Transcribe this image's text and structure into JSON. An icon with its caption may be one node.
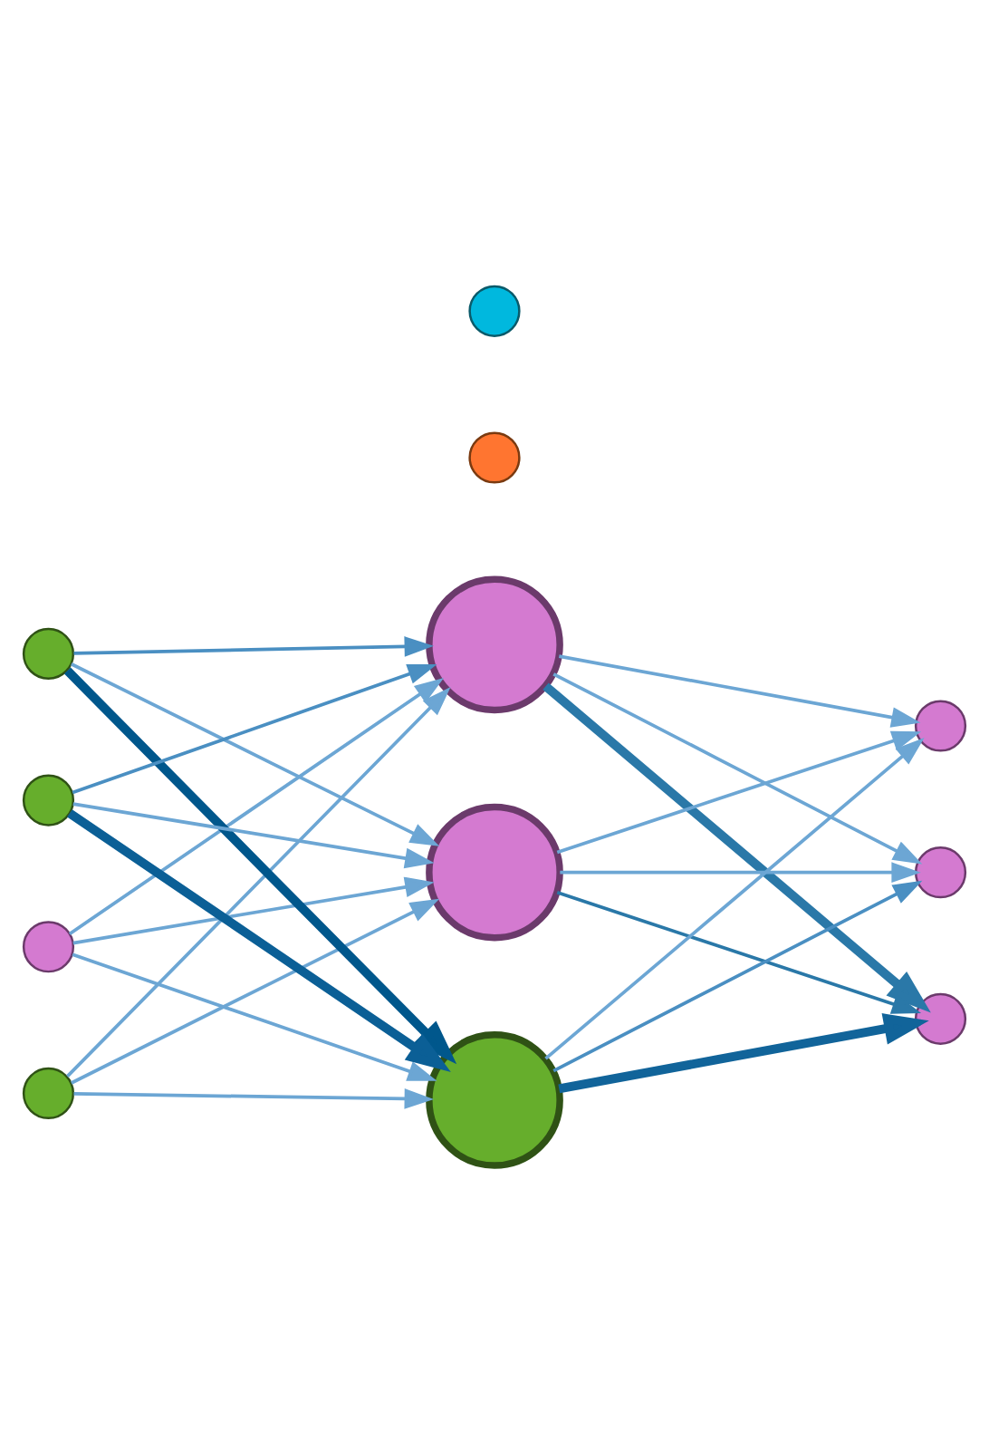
{
  "diagram": {
    "nodes": [
      {
        "text": [],
        "shape": "circle"
      },
      {
        "text": [],
        "shape": "circle"
      },
      {
        "text": [],
        "shape": "circle"
      },
      {
        "text": [],
        "shape": "circle"
      },
      {
        "text": [],
        "shape": "circle"
      },
      {
        "text": [],
        "shape": "circle"
      },
      {
        "text": [],
        "shape": "circle"
      },
      {
        "text": [],
        "shape": "circle"
      },
      {
        "text": [],
        "shape": "circle"
      },
      {
        "text": [],
        "shape": "circle"
      },
      {
        "text": [],
        "shape": "circle"
      },
      {
        "text": [],
        "shape": "circle"
      }
    ],
    "edges": [
      {
        "from": 0,
        "to": 4,
        "arrow": "to"
      },
      {
        "from": 0,
        "to": 5,
        "arrow": "to"
      },
      {
        "from": 0,
        "to": 7,
        "arrow": "to"
      },
      {
        "from": 1,
        "to": 4,
        "arrow": "to"
      },
      {
        "from": 1,
        "to": 5,
        "arrow": "to"
      },
      {
        "from": 1,
        "to": 7,
        "arrow": "to"
      },
      {
        "from": 2,
        "to": 4,
        "arrow": "to",
        "color": "#4a8fc2"
      },
      {
        "from": 2,
        "to": 5,
        "arrow": "to"
      },
      {
        "from": 2,
        "to": 7,
        "arrow": "to",
        "style": "thick",
        "color": "#00578c"
      },
      {
        "from": 3,
        "to": 4,
        "arrow": "to",
        "color": "#4a8fc2"
      },
      {
        "from": 3,
        "to": 5,
        "arrow": "to"
      },
      {
        "from": 3,
        "to": 7,
        "arrow": "to",
        "style": "thick",
        "color": "#0b5f96"
      },
      {
        "from": 4,
        "to": 9,
        "arrow": "to"
      },
      {
        "from": 4,
        "to": 10,
        "arrow": "to"
      },
      {
        "from": 4,
        "to": 11,
        "arrow": "to",
        "style": "thick",
        "color": "#2a78a8"
      },
      {
        "from": 5,
        "to": 9,
        "arrow": "to"
      },
      {
        "from": 5,
        "to": 10,
        "arrow": "to"
      },
      {
        "from": 5,
        "to": 11,
        "arrow": "to",
        "color": "#2a78a8"
      },
      {
        "from": 7,
        "to": 9,
        "arrow": "to"
      },
      {
        "from": 7,
        "to": 10,
        "arrow": "to",
        "color": "#4a8fc2"
      },
      {
        "from": 7,
        "to": 11,
        "arrow": "to",
        "style": "thick",
        "color": "#11649a"
      }
    ]
  }
}
